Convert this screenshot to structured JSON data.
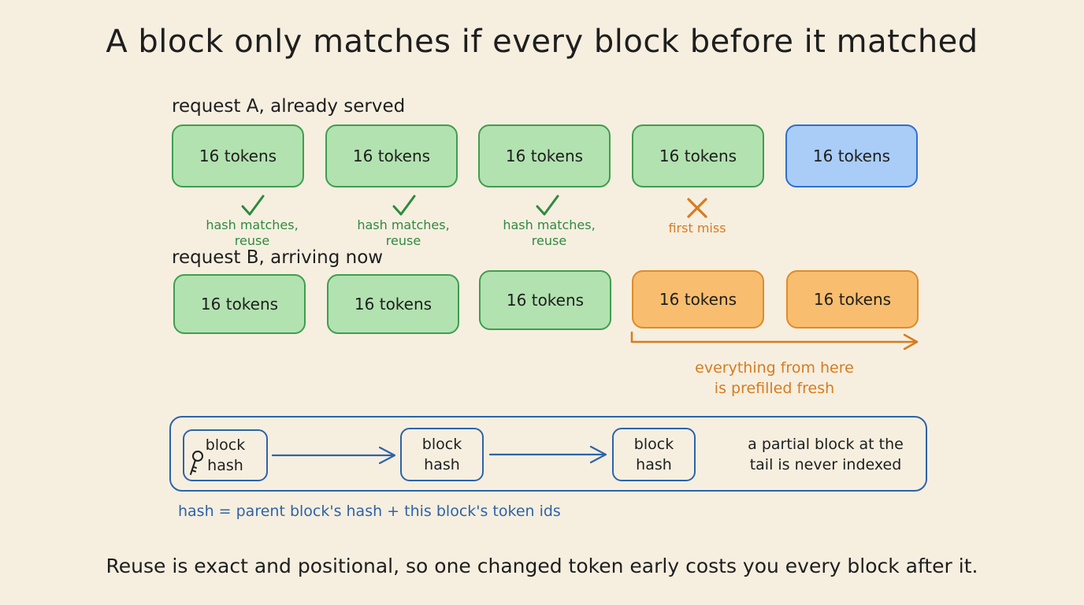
{
  "title": "A block only matches if every block before it matched",
  "request_a": {
    "label": "request A, already served",
    "blocks": [
      "16 tokens",
      "16 tokens",
      "16 tokens",
      "16 tokens",
      "16 tokens"
    ],
    "annotations": [
      {
        "line1": "hash matches,",
        "line2": "reuse"
      },
      {
        "line1": "hash matches,",
        "line2": "reuse"
      },
      {
        "line1": "hash matches,",
        "line2": "reuse"
      },
      {
        "line1": "first miss"
      }
    ]
  },
  "request_b": {
    "label": "request B, arriving now",
    "blocks": [
      "16 tokens",
      "16 tokens",
      "16 tokens",
      "16 tokens",
      "16 tokens"
    ]
  },
  "fresh_note": {
    "line1": "everything from here",
    "line2": "is prefilled fresh"
  },
  "hash_chain": {
    "blocks": [
      {
        "line1": "block",
        "line2": "hash"
      },
      {
        "line1": "block",
        "line2": "hash"
      },
      {
        "line1": "block",
        "line2": "hash"
      }
    ],
    "note_line1": "a partial block at the",
    "note_line2": "tail is never indexed",
    "formula": "hash = parent block's hash + this block's token ids"
  },
  "footer": "Reuse is exact and positional, so one changed token early costs you every block after it.",
  "colors": {
    "background": "#f6efe0",
    "reused_fill": "#b2e2b0",
    "reused_border": "#3f9e4e",
    "served_tail_fill": "#a9cdf7",
    "prefill_fill": "#f8bd6e",
    "hash_blue": "#2e63a8"
  }
}
